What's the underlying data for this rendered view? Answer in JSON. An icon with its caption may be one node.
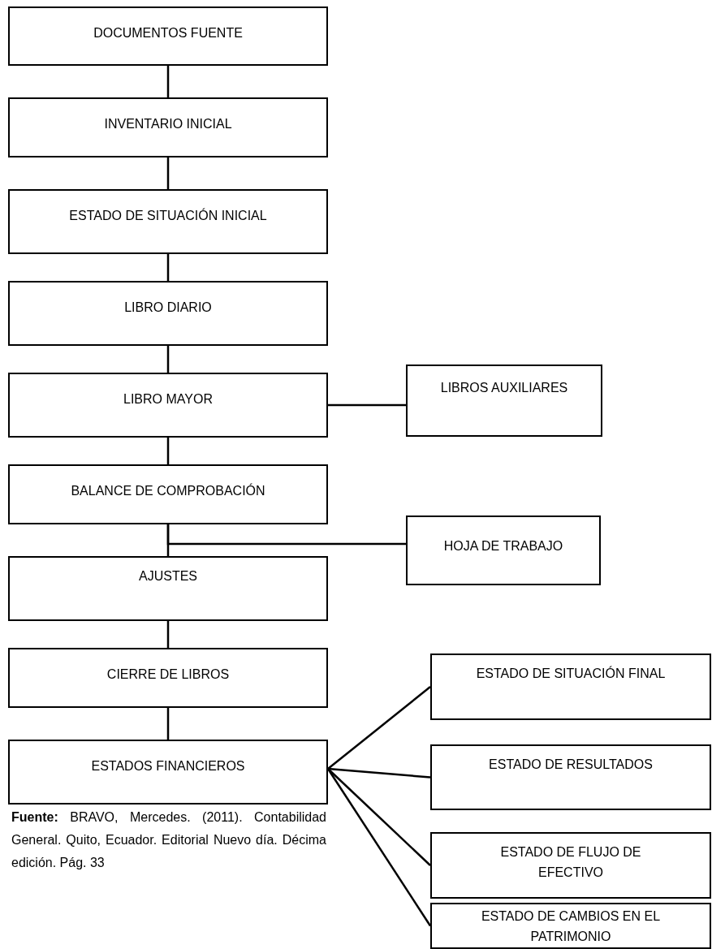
{
  "diagram": {
    "caption": "**Fuente:** BRAVO, Mercedes. (2011). Contabilidad General. Quito, Ecuador. Editorial Nuevo día. Décima edición. Pág. 33",
    "nodes": [
      {
        "text": [
          "DOCUMENTOS FUENTE"
        ]
      },
      {
        "text": [
          "INVENTARIO INICIAL"
        ]
      },
      {
        "text": [
          "ESTADO DE SITUACIÓN INICIAL"
        ]
      },
      {
        "text": [
          "LIBRO DIARIO"
        ]
      },
      {
        "text": [
          "LIBRO MAYOR"
        ]
      },
      {
        "text": [
          "LIBROS AUXILIARES"
        ]
      },
      {
        "text": [
          "BALANCE DE COMPROBACIÓN"
        ]
      },
      {
        "text": [
          "HOJA DE TRABAJO"
        ]
      },
      {
        "text": [
          "AJUSTES"
        ]
      },
      {
        "text": [
          "CIERRE DE LIBROS"
        ]
      },
      {
        "text": [
          "ESTADOS FINANCIEROS"
        ]
      },
      {
        "text": [
          "ESTADO DE SITUACIÓN FINAL"
        ]
      },
      {
        "text": [
          "ESTADO DE RESULTADOS"
        ]
      },
      {
        "text": [
          "ESTADO DE FLUJO DE EFECTIVO"
        ]
      },
      {
        "text": [
          "ESTADO DE CAMBIOS EN EL PATRIMONIO"
        ]
      }
    ],
    "edges": [
      {
        "from": 0,
        "to": 1,
        "arrow": "none"
      },
      {
        "from": 1,
        "to": 2,
        "arrow": "none"
      },
      {
        "from": 2,
        "to": 3,
        "arrow": "none"
      },
      {
        "from": 3,
        "to": 4,
        "arrow": "none"
      },
      {
        "from": 4,
        "to": 5,
        "arrow": "none"
      },
      {
        "from": 4,
        "to": 6,
        "arrow": "none"
      },
      {
        "from": 6,
        "to": 8,
        "arrow": "none"
      },
      {
        "from": 6,
        "to": 7,
        "arrow": "none"
      },
      {
        "from": 8,
        "to": 9,
        "arrow": "none"
      },
      {
        "from": 9,
        "to": 10,
        "arrow": "none"
      },
      {
        "from": 10,
        "to": 11,
        "arrow": "none"
      },
      {
        "from": 10,
        "to": 12,
        "arrow": "none"
      },
      {
        "from": 10,
        "to": 13,
        "arrow": "none"
      },
      {
        "from": 10,
        "to": 14,
        "arrow": "none"
      }
    ]
  }
}
